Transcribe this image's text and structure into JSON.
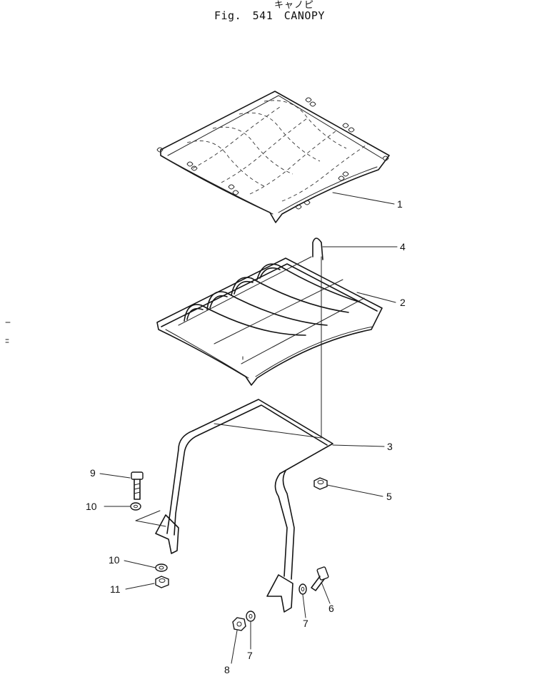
{
  "header": {
    "title_jp": "キャノピ",
    "figure_title": "Fig. 541   CANOPY"
  },
  "callouts": [
    {
      "id": "c1",
      "label": "1"
    },
    {
      "id": "c2",
      "label": "2"
    },
    {
      "id": "c3",
      "label": "3"
    },
    {
      "id": "c4",
      "label": "4"
    },
    {
      "id": "c5",
      "label": "5"
    },
    {
      "id": "c6",
      "label": "6"
    },
    {
      "id": "c7a",
      "label": "7"
    },
    {
      "id": "c7b",
      "label": "7"
    },
    {
      "id": "c8",
      "label": "8"
    },
    {
      "id": "c9",
      "label": "9"
    },
    {
      "id": "c10a",
      "label": "10"
    },
    {
      "id": "c10b",
      "label": "10"
    },
    {
      "id": "c11",
      "label": "11"
    }
  ]
}
